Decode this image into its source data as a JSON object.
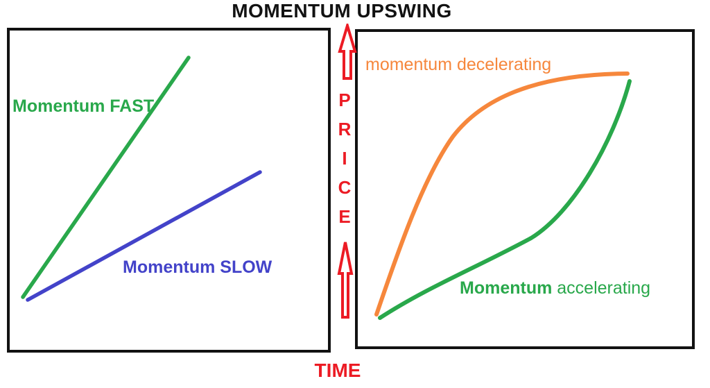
{
  "title": "MOMENTUM UPSWING",
  "colors": {
    "ink": "#121212",
    "green": "#29A84B",
    "blue": "#4343C9",
    "orange": "#F6873C",
    "red": "#EC1B24"
  },
  "axis": {
    "y_label": "PRICE",
    "price_letters": [
      "P",
      "R",
      "I",
      "C",
      "E"
    ],
    "x_label": "TIME",
    "direction_icons": "two hollow red up-arrows flanking the PRICE label"
  },
  "left_panel": {
    "fast_label": "Momentum FAST",
    "slow_label": "Momentum SLOW"
  },
  "right_panel": {
    "decelerating_label": "momentum decelerating",
    "accelerating_label_bold": "Momentum",
    "accelerating_label_rest": " accelerating"
  },
  "chart_data": [
    {
      "type": "line",
      "panel": "left",
      "title": "MOMENTUM UPSWING",
      "xlabel": "TIME",
      "ylabel": "PRICE",
      "grid": false,
      "axis_ticks": false,
      "series": [
        {
          "name": "Momentum FAST",
          "color": "#29A84B",
          "shape": "straight line, steep slope",
          "x": [
            0,
            0.53
          ],
          "y": [
            0.07,
            0.9
          ]
        },
        {
          "name": "Momentum SLOW",
          "color": "#4343C9",
          "shape": "straight line, shallow slope",
          "x": [
            0.02,
            0.78
          ],
          "y": [
            0.06,
            0.5
          ]
        }
      ]
    },
    {
      "type": "line",
      "panel": "right",
      "xlabel": "TIME",
      "ylabel": "PRICE",
      "grid": false,
      "axis_ticks": false,
      "series": [
        {
          "name": "momentum decelerating",
          "color": "#F6873C",
          "shape": "concave, rises fast then plateaus",
          "x": [
            0,
            0.2,
            0.3,
            0.45,
            0.62,
            0.8
          ],
          "y": [
            0.08,
            0.48,
            0.65,
            0.79,
            0.85,
            0.86
          ]
        },
        {
          "name": "Momentum accelerating",
          "color": "#29A84B",
          "shape": "convex, rises slowly then steeply",
          "x": [
            0.02,
            0.25,
            0.45,
            0.62,
            0.72,
            0.79,
            0.83
          ],
          "y": [
            0.07,
            0.2,
            0.3,
            0.4,
            0.53,
            0.69,
            0.86
          ]
        }
      ]
    }
  ]
}
